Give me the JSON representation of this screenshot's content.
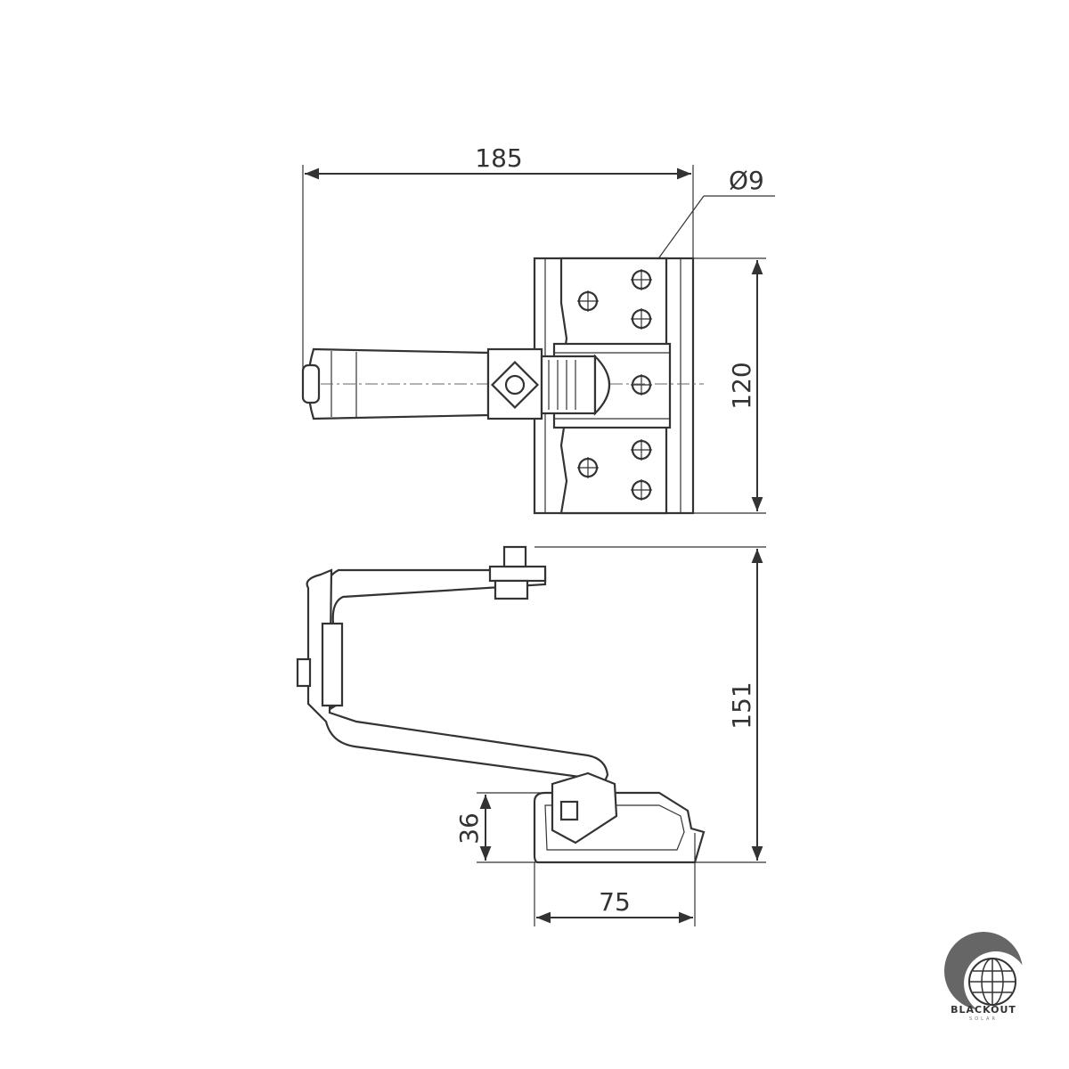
{
  "dimensions": {
    "width_top": "185",
    "hole_diameter": "Ø9",
    "plate_height": "120",
    "total_height": "151",
    "base_height": "36",
    "base_width": "75"
  },
  "logo": {
    "name": "BLACKOUT",
    "sub": "SOLAR"
  },
  "colors": {
    "line": "#333333",
    "background": "#ffffff"
  }
}
